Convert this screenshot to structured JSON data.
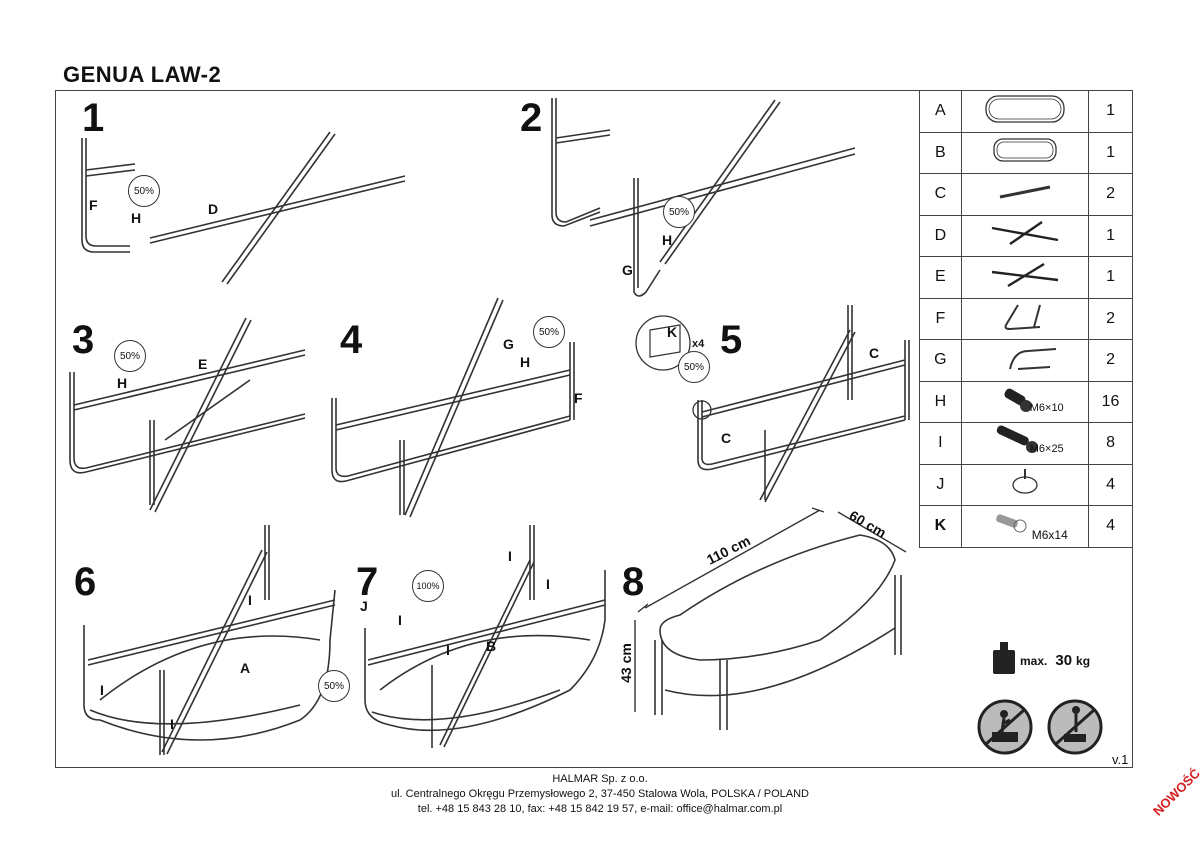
{
  "title": "GENUA LAW-2",
  "steps": [
    "1",
    "2",
    "3",
    "4",
    "5",
    "6",
    "7",
    "8"
  ],
  "labels": {
    "s1_F": "F",
    "s1_H": "H",
    "s1_D": "D",
    "s1_pct": "50%",
    "s2_G": "G",
    "s2_H": "H",
    "s2_pct": "50%",
    "s3_E": "E",
    "s3_H": "H",
    "s3_pct": "50%",
    "s4_G": "G",
    "s4_H": "H",
    "s4_F": "F",
    "s4_pct": "50%",
    "s5_K": "K",
    "s5_x4": "x4",
    "s5_pct": "50%",
    "s5_C1": "C",
    "s5_C2": "C",
    "s6_I1": "I",
    "s6_I2": "I",
    "s6_I3": "I",
    "s6_A": "A",
    "s6_pct": "50%",
    "s7_J": "J",
    "s7_I1": "I",
    "s7_I2": "I",
    "s7_I3": "I",
    "s7_I4": "I",
    "s7_B": "B",
    "s7_pct": "100%"
  },
  "dimensions": {
    "length": "110 cm",
    "depth": "60 cm",
    "height": "43 cm"
  },
  "parts": [
    {
      "letter": "A",
      "qty": "1",
      "icon": "tabletop-large-icon"
    },
    {
      "letter": "B",
      "qty": "1",
      "icon": "tabletop-small-icon"
    },
    {
      "letter": "C",
      "qty": "2",
      "icon": "bar-icon"
    },
    {
      "letter": "D",
      "qty": "1",
      "icon": "cross-frame-icon"
    },
    {
      "letter": "E",
      "qty": "1",
      "icon": "cross-frame-icon"
    },
    {
      "letter": "F",
      "qty": "2",
      "icon": "leg-frame-icon"
    },
    {
      "letter": "G",
      "qty": "2",
      "icon": "leg-frame-icon"
    },
    {
      "letter": "H",
      "qty": "16",
      "size": "M6×10",
      "icon": "bolt-icon"
    },
    {
      "letter": "I",
      "qty": "8",
      "size": "M6×25",
      "icon": "bolt-icon"
    },
    {
      "letter": "J",
      "qty": "4",
      "icon": "foot-icon"
    },
    {
      "letter": "K",
      "qty": "4",
      "size": "M6x14",
      "icon": "screw-icon"
    }
  ],
  "max_load": {
    "label": "max.",
    "value": "30",
    "unit": "kg"
  },
  "version": "v.1",
  "footer": {
    "company": "HALMAR Sp. z o.o.",
    "address": "ul. Centralnego Okręgu Przemysłowego 2, 37-450 Stalowa Wola, POLSKA / POLAND",
    "contact": "tel. +48 15 843 28 10, fax: +48 15 842 19 57, e-mail: office@halmar.com.pl"
  },
  "badge": "NOWOŚĆ"
}
